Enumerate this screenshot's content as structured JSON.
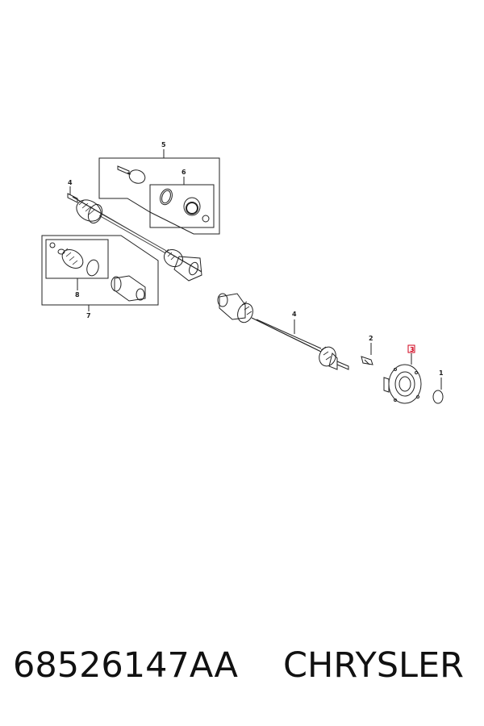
{
  "footer": {
    "part_number": "68526147AA",
    "brand": "CHRYSLER"
  },
  "callouts": {
    "c1": "1",
    "c2": "2",
    "c3": "3",
    "c4_left": "4",
    "c4_right": "4",
    "c5": "5",
    "c6": "6",
    "c7": "7",
    "c8": "8"
  },
  "colors": {
    "line": "#222222",
    "highlight": "#d0021b"
  }
}
